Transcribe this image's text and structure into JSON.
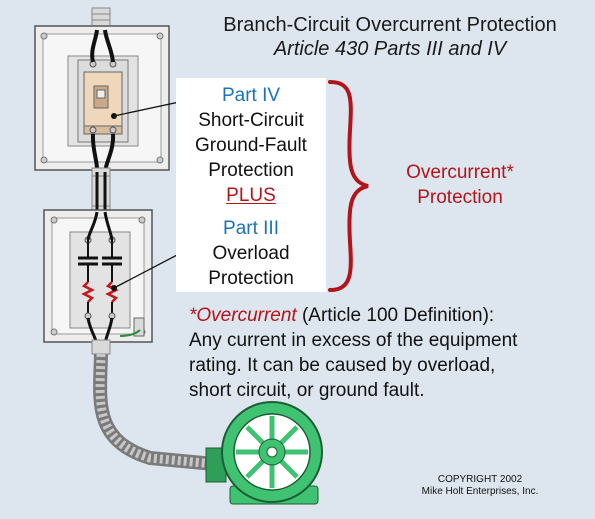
{
  "title": "Branch-Circuit Overcurrent Protection",
  "subtitle": "Article 430 Parts III and IV",
  "part4": {
    "heading": "Part IV",
    "line1": "Short-Circuit",
    "line2": "Ground-Fault",
    "line3": "Protection"
  },
  "plus": "PLUS",
  "part3": {
    "heading": "Part III",
    "line1": "Overload",
    "line2": "Protection"
  },
  "overcurrent_label": {
    "line1": "Overcurrent*",
    "line2": "Protection"
  },
  "definition": {
    "term": "*Overcurrent",
    "ref": " (Article 100 Definition):",
    "line1": "Any current in excess of the equipment",
    "line2": "rating. It can be caused by overload,",
    "line3": "short circuit, or ground fault."
  },
  "copyright": {
    "line1": "COPYRIGHT 2002",
    "line2": "Mike Holt Enterprises, Inc."
  },
  "colors": {
    "background": "#dde6ee",
    "accent_red": "#b3141b",
    "accent_blue": "#1a73b8",
    "motor_green": "#3fc272",
    "enclosure_gray": "#e9e9e9"
  }
}
